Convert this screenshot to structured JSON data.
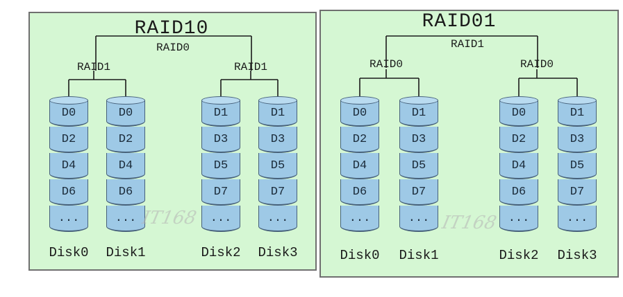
{
  "diagrams": [
    {
      "id": "left",
      "title": "RAID10",
      "top_label": "RAID0",
      "groups": [
        {
          "label": "RAID1",
          "disks": [
            {
              "name": "Disk0",
              "blocks": [
                "D0",
                "D2",
                "D4",
                "D6",
                "..."
              ]
            },
            {
              "name": "Disk1",
              "blocks": [
                "D0",
                "D2",
                "D4",
                "D6",
                "..."
              ]
            }
          ]
        },
        {
          "label": "RAID1",
          "disks": [
            {
              "name": "Disk2",
              "blocks": [
                "D1",
                "D3",
                "D5",
                "D7",
                "..."
              ]
            },
            {
              "name": "Disk3",
              "blocks": [
                "D1",
                "D3",
                "D5",
                "D7",
                "..."
              ]
            }
          ]
        }
      ]
    },
    {
      "id": "right",
      "title": "RAID01",
      "top_label": "RAID1",
      "groups": [
        {
          "label": "RAID0",
          "disks": [
            {
              "name": "Disk0",
              "blocks": [
                "D0",
                "D2",
                "D4",
                "D6",
                "..."
              ]
            },
            {
              "name": "Disk1",
              "blocks": [
                "D1",
                "D3",
                "D5",
                "D7",
                "..."
              ]
            }
          ]
        },
        {
          "label": "RAID0",
          "disks": [
            {
              "name": "Disk2",
              "blocks": [
                "D0",
                "D2",
                "D4",
                "D6",
                "..."
              ]
            },
            {
              "name": "Disk3",
              "blocks": [
                "D1",
                "D3",
                "D5",
                "D7",
                "..."
              ]
            }
          ]
        }
      ]
    }
  ],
  "colors": {
    "panel": "#d5f7d3",
    "disk": "#9ec9e6",
    "line": "#1a1a1a"
  }
}
